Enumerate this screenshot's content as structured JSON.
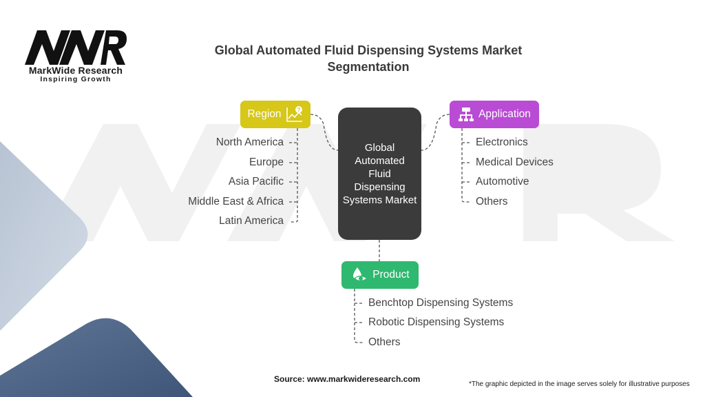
{
  "logo": {
    "mark": "MWR",
    "name": "MarkWide Research",
    "tagline": "Inspiring Growth"
  },
  "title": {
    "line1": "Global Automated Fluid Dispensing Systems Market",
    "line2": "Segmentation"
  },
  "center": {
    "label": "Global Automated Fluid Dispensing Systems Market"
  },
  "segments": {
    "region": {
      "label": "Region",
      "icon": "chart-question-icon",
      "color": "#d6c719",
      "items": [
        "North America",
        "Europe",
        "Asia Pacific",
        "Middle East & Africa",
        "Latin America"
      ]
    },
    "application": {
      "label": "Application",
      "icon": "network-icon",
      "color": "#b94bd4",
      "items": [
        "Electronics",
        "Medical Devices",
        "Automotive",
        "Others"
      ]
    },
    "product": {
      "label": "Product",
      "icon": "droplet-eye-icon",
      "color": "#2fb86f",
      "items": [
        "Benchtop Dispensing Systems",
        "Robotic Dispensing Systems",
        "Others"
      ]
    }
  },
  "footer": {
    "source": "Source: www.markwideresearch.com",
    "disclaimer": "*The graphic depicted in the image serves solely for illustrative purposes"
  }
}
